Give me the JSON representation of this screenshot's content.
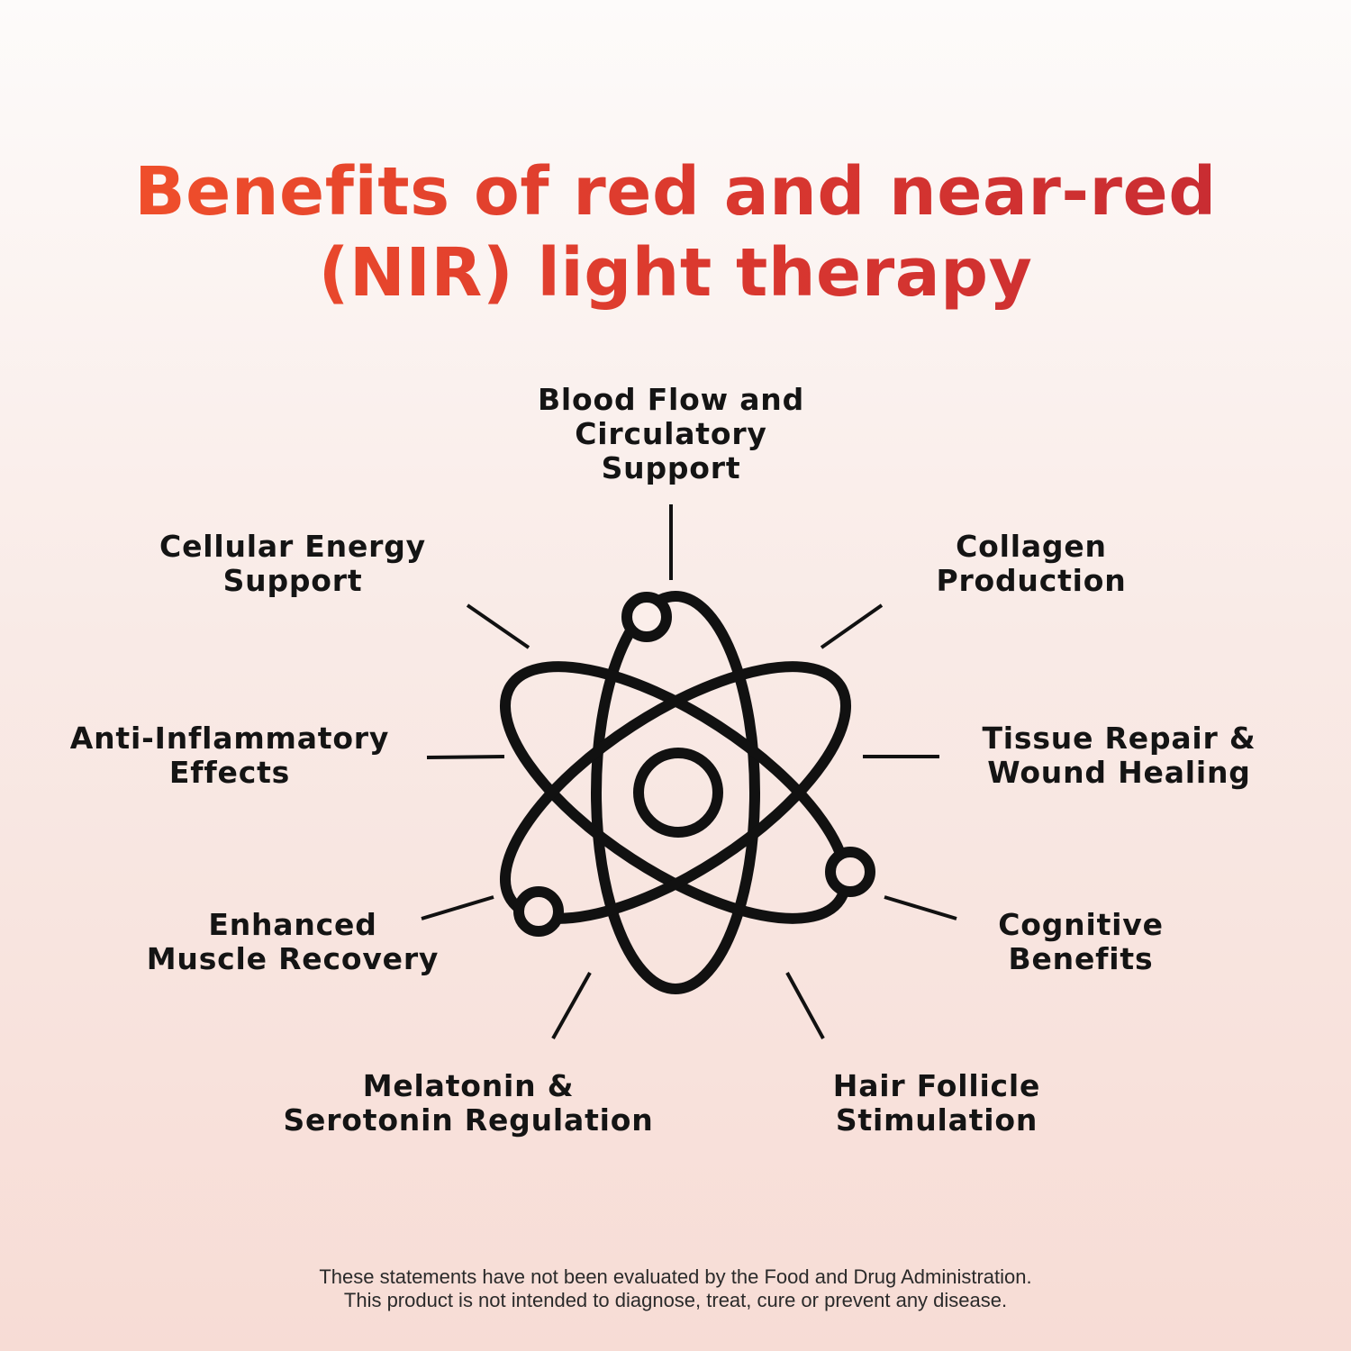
{
  "title": {
    "line1": "Benefits of red and near-red",
    "line2": "(NIR) light therapy"
  },
  "benefits": {
    "blood_flow": [
      "Blood Flow and",
      "Circulatory",
      "Support"
    ],
    "collagen": [
      "Collagen",
      "Production"
    ],
    "tissue_repair": [
      "Tissue Repair &",
      "Wound Healing"
    ],
    "cognitive": [
      "Cognitive",
      "Benefits"
    ],
    "hair_follicle": [
      "Hair Follicle",
      "Stimulation"
    ],
    "melatonin": [
      "Melatonin &",
      "Serotonin Regulation"
    ],
    "muscle_recovery": [
      "Enhanced",
      "Muscle Recovery"
    ],
    "anti_inflammatory": [
      "Anti-Inflammatory",
      "Effects"
    ],
    "cellular_energy": [
      "Cellular Energy",
      "Support"
    ]
  },
  "icon": "atom-icon",
  "colors": {
    "title_start": "#f4542a",
    "title_end": "#c42a33",
    "text": "#141414"
  },
  "disclaimer": {
    "line1": "These statements have not been evaluated by the Food and Drug Administration.",
    "line2": "This product is not intended to diagnose, treat, cure or prevent any disease."
  }
}
